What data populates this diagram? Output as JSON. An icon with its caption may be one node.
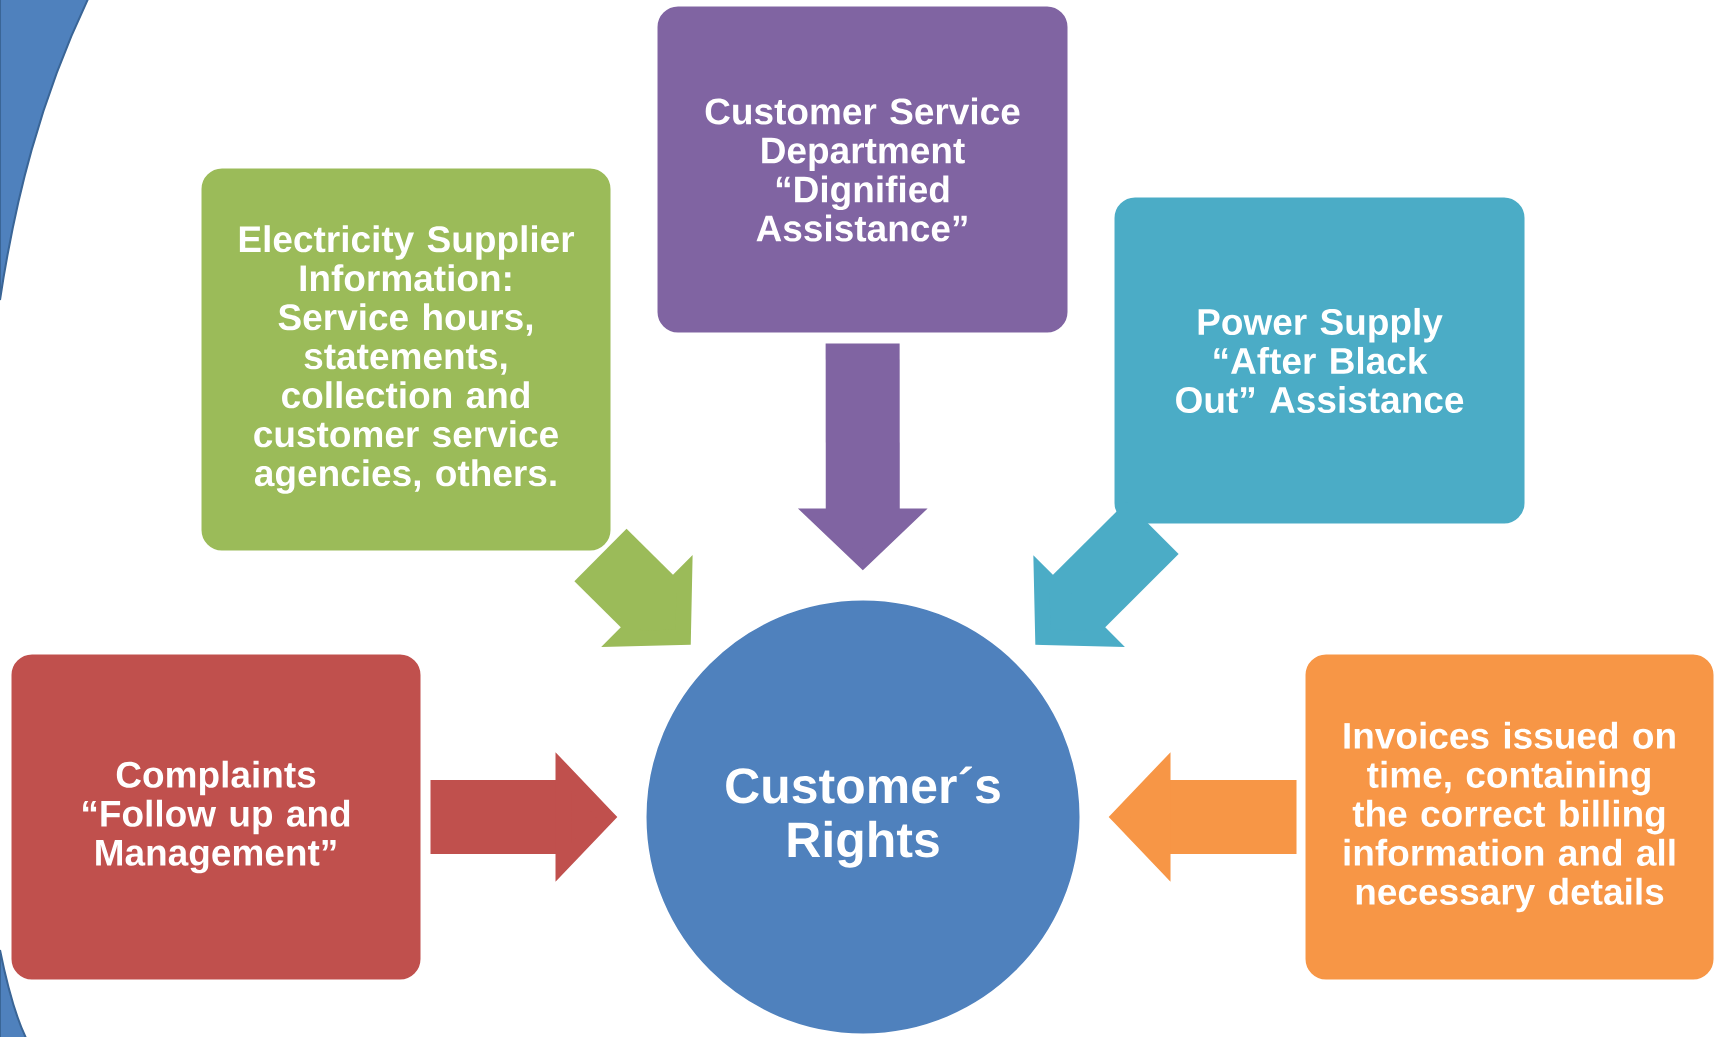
{
  "diagram": {
    "nodes": [
      {
        "text": [
          "Customer Service Department “Dignified Assistance”"
        ]
      },
      {
        "text": [
          "Electricity Supplier Information: Service hours, statements, collection and customer service agencies, others."
        ]
      },
      {
        "text": [
          "Power Supply “After Black Out” Assistance"
        ]
      },
      {
        "text": [
          "Complaints “Follow up and Management”"
        ]
      },
      {
        "text": [
          "Customer´s Rights"
        ]
      },
      {
        "text": [
          "Invoices issued on time, containing the correct billing information and all necessary details"
        ]
      }
    ],
    "edges": [
      {
        "from": 0,
        "to": 4,
        "arrow": "to",
        "color": "#8064a2"
      },
      {
        "from": 1,
        "to": 4,
        "arrow": "to",
        "color": "#9bbb59"
      },
      {
        "from": 2,
        "to": 4,
        "arrow": "to",
        "color": "#4bacc6"
      },
      {
        "from": 3,
        "to": 4,
        "arrow": "to",
        "color": "#c0504d"
      },
      {
        "from": 5,
        "to": 4,
        "arrow": "to",
        "color": "#f79646"
      }
    ]
  }
}
